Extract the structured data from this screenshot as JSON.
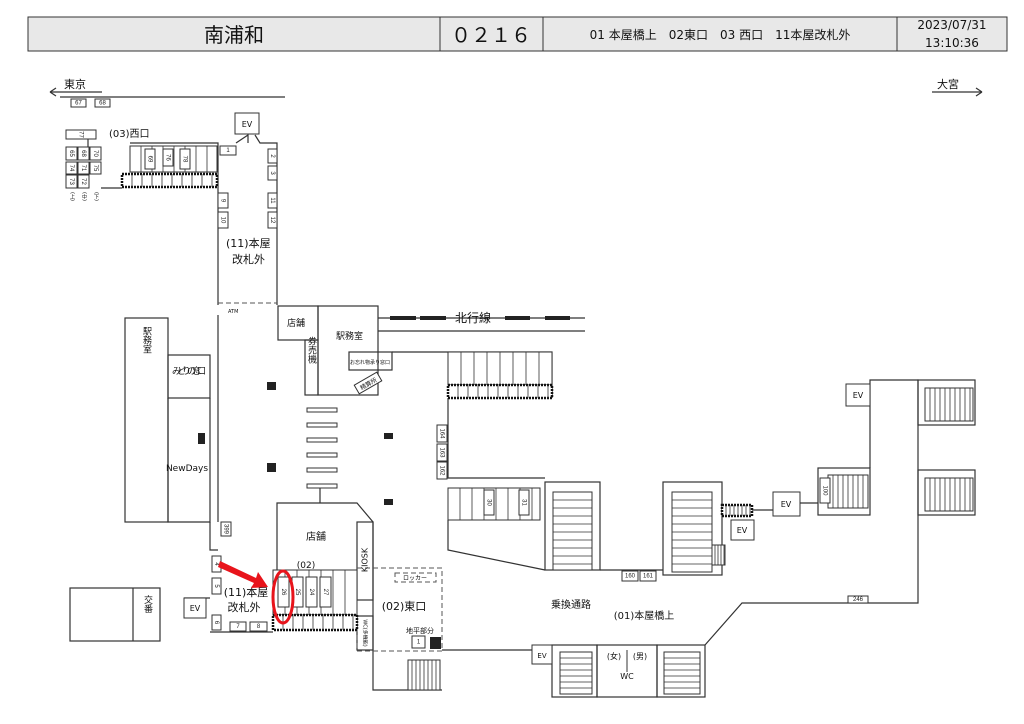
{
  "header": {
    "station_name": "南浦和",
    "station_code": "０２１６",
    "exits_summary": "01 本屋橋上　02東口　03 西口　11本屋改札外",
    "date": "2023/07/31",
    "time": "13:10:36"
  },
  "directions": {
    "left": "東京",
    "right": "大宮"
  },
  "labels": {
    "west_exit": "(03)西口",
    "gate_outside_1a": "(11)本屋",
    "gate_outside_1b": "改札外",
    "gate_outside_2a": "(11)本屋",
    "gate_outside_2b": "改札外",
    "shop_upper": "店舗",
    "station_office_upper": "駅務室",
    "ticket_machines": "券売機",
    "lost_found": "お忘れ物承り窓口",
    "fare_adjust": "精算所",
    "northbound_line": "北行線",
    "station_office_left": "駅務室",
    "midori": "みどりの窓口",
    "newdays": "NewDays",
    "shop_lower": "店舗",
    "platform_02": "(02)",
    "kiosk": "KIOSK",
    "locker": "ロッカー",
    "east_exit": "(02)東口",
    "ground_level": "地平部分",
    "wc_multi": "WC(多機能)",
    "police_box": "交番",
    "transfer_passage": "乗換通路",
    "main_bridge": "(01)本屋橋上",
    "wc_female": "(女)",
    "wc_male": "(男)",
    "wc": "WC",
    "ev": "EV",
    "atm": "ATM",
    "pos_upper": "(上)",
    "pos_middle": "(中)",
    "pos_lower": "(下)"
  },
  "facility_numbers": [
    "67",
    "68",
    "77",
    "65",
    "68",
    "70",
    "74",
    "71",
    "75",
    "73",
    "72",
    "69",
    "76",
    "78",
    "1",
    "2",
    "3",
    "11",
    "12",
    "9",
    "10",
    "399",
    "4",
    "5",
    "6",
    "7",
    "8",
    "26",
    "25",
    "24",
    "27",
    "164",
    "163",
    "162",
    "30",
    "31",
    "160",
    "161",
    "246",
    "100",
    "1"
  ],
  "highlight_color": "#e8141b"
}
